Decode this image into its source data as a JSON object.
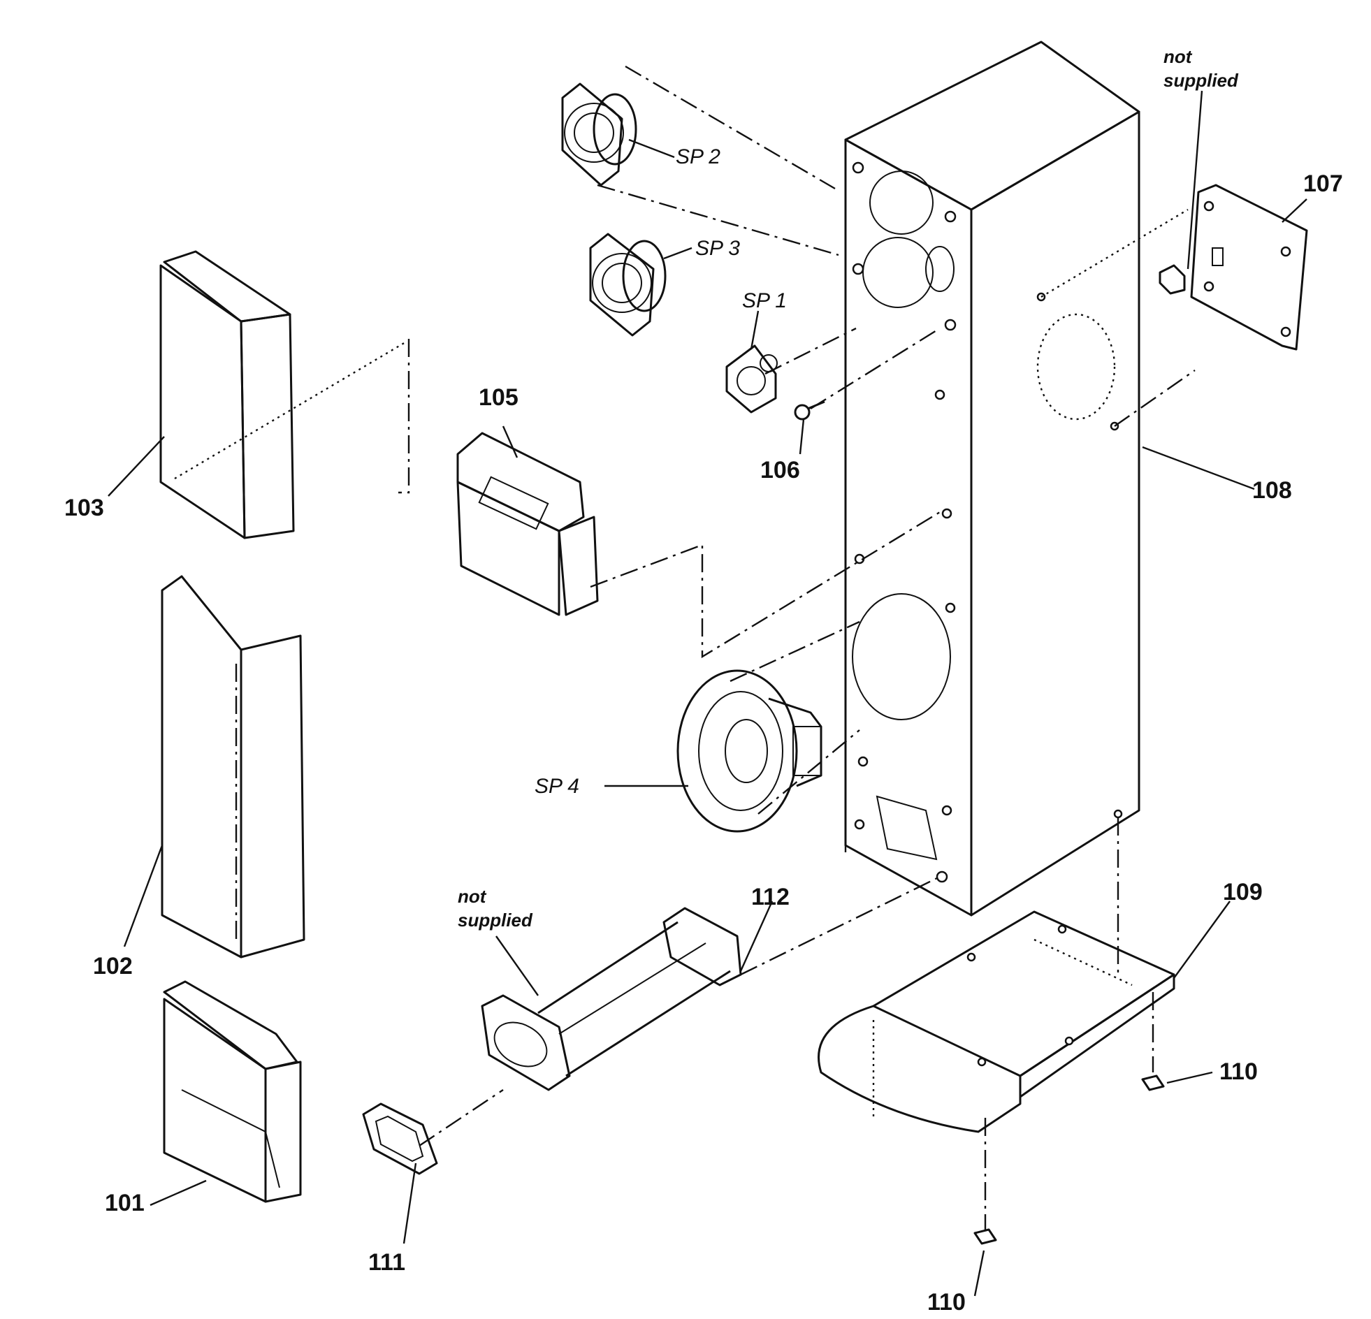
{
  "diagram": {
    "part_labels": {
      "p101": "101",
      "p102": "102",
      "p103": "103",
      "p105": "105",
      "p106": "106",
      "p107": "107",
      "p108": "108",
      "p109": "109",
      "p110a": "110",
      "p110b": "110",
      "p111": "111",
      "p112": "112"
    },
    "speaker_labels": {
      "sp1": "SP 1",
      "sp2": "SP 2",
      "sp3": "SP 3",
      "sp4": "SP 4"
    },
    "notes": {
      "top_line1": "not",
      "top_line2": "supplied",
      "bottom_line1": "not",
      "bottom_line2": "supplied"
    }
  }
}
